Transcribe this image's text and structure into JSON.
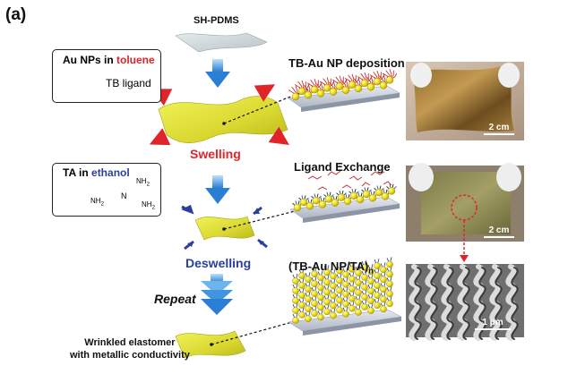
{
  "panel_label": "(a)",
  "substrate_label": "SH-PDMS",
  "box1": {
    "prefix": "Au NPs in",
    "solvent": "toluene",
    "ligand": "TB ligand"
  },
  "box2": {
    "prefix": "TA in",
    "solvent": "ethanol",
    "amine1": "NH",
    "amine2": "NH",
    "amine3": "NH",
    "amine_sub": "2",
    "n_label": "N"
  },
  "steps": {
    "swelling": "Swelling",
    "deswelling": "Deswelling",
    "repeat": "Repeat"
  },
  "process": {
    "deposition": "TB-Au NP deposition",
    "exchange": "Ligand Exchange",
    "multilayer": "(TB-Au NP/TA)",
    "multilayer_sub": "n"
  },
  "result": {
    "line1": "Wrinkled elastomer",
    "line2": "with metallic conductivity"
  },
  "scale": {
    "photo1": "2 cm",
    "photo2": "2 cm",
    "sem": "1 μm"
  },
  "colors": {
    "accent_red": "#e0242a",
    "accent_blue": "#2a3f9a",
    "arrow_blue": "#2f86d6",
    "film_yellow": "#dede3a",
    "pdms_gray": "#cfd6d8"
  }
}
